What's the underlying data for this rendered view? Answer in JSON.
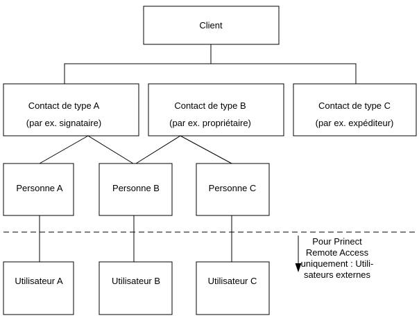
{
  "client": {
    "label": "Client"
  },
  "contacts": [
    {
      "id": "a",
      "line1": "Contact de type A",
      "line2": "(par ex. signataire)"
    },
    {
      "id": "b",
      "line1": "Contact de type B",
      "line2": "(par ex. propriétaire)"
    },
    {
      "id": "c",
      "line1": "Contact de type C",
      "line2": "(par ex. expéditeur)"
    }
  ],
  "persons": [
    {
      "id": "a",
      "label": "Personne A"
    },
    {
      "id": "b",
      "label": "Personne B"
    },
    {
      "id": "c",
      "label": "Personne C"
    }
  ],
  "users": [
    {
      "id": "a",
      "label": "Utilisateur A"
    },
    {
      "id": "b",
      "label": "Utilisateur B"
    },
    {
      "id": "c",
      "label": "Utilisateur C"
    }
  ],
  "note": {
    "lines": [
      "Pour Prinect",
      "Remote Access",
      "uniquement : Utili-",
      "sateurs externes"
    ]
  }
}
